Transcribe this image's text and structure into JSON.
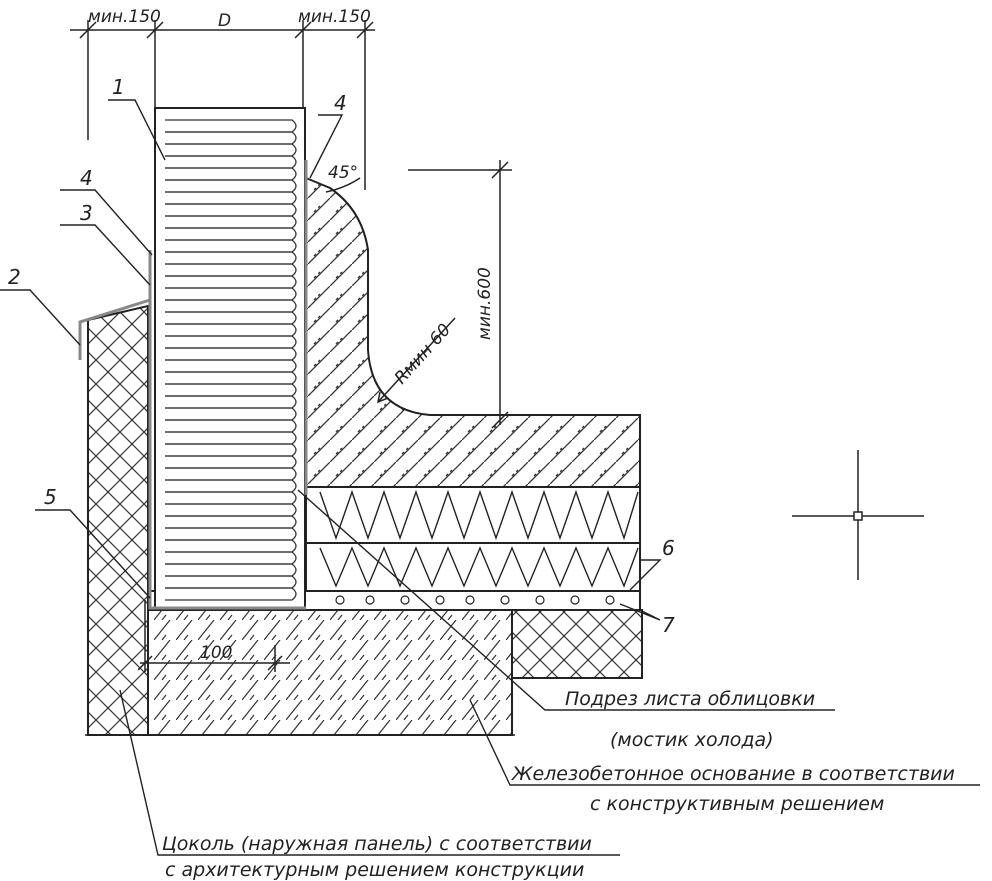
{
  "dimensions": {
    "min_left": "мин.150",
    "d": "D",
    "min_right": "мин.150",
    "angle": "45°",
    "min_height": "мин.600",
    "radius": "Rмин 60",
    "offset": "100"
  },
  "callouts": {
    "n1": "1",
    "n2": "2",
    "n3": "3",
    "n4a": "4",
    "n4b": "4",
    "n5": "5",
    "n6": "6",
    "n7": "7"
  },
  "notes": {
    "cut_line1": "Подрез листа облицовки",
    "cut_line2": "(мостик холода)",
    "base_line1": "Железобетонное основание в соответствии",
    "base_line2": "с конструктивным решением",
    "plinth_line1": "Цоколь (наружная панель) с соответствии",
    "plinth_line2": "с архитектурным решением конструкции"
  }
}
